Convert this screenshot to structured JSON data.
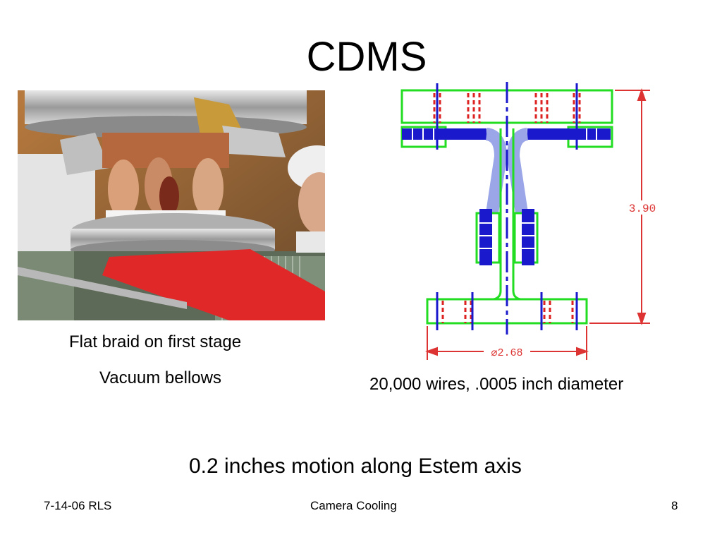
{
  "slide": {
    "title": "CDMS",
    "captions": {
      "braid": "Flat braid on first stage",
      "bellows": "Vacuum bellows",
      "wires": "20,000 wires, .0005 inch diameter",
      "motion": "0.2 inches motion along Estem axis"
    },
    "diagram": {
      "height_dim": "3.90",
      "width_dim": "⌀2.68"
    },
    "footer": {
      "left": "7-14-06 RLS",
      "center": "Camera Cooling",
      "right": "8"
    }
  },
  "colors": {
    "diagram_outline": "#22dd22",
    "diagram_hatch": "#dd2222",
    "diagram_bolts": "#1a1acc",
    "dimension": "#dd3333",
    "braid": "#9aa6e8"
  }
}
